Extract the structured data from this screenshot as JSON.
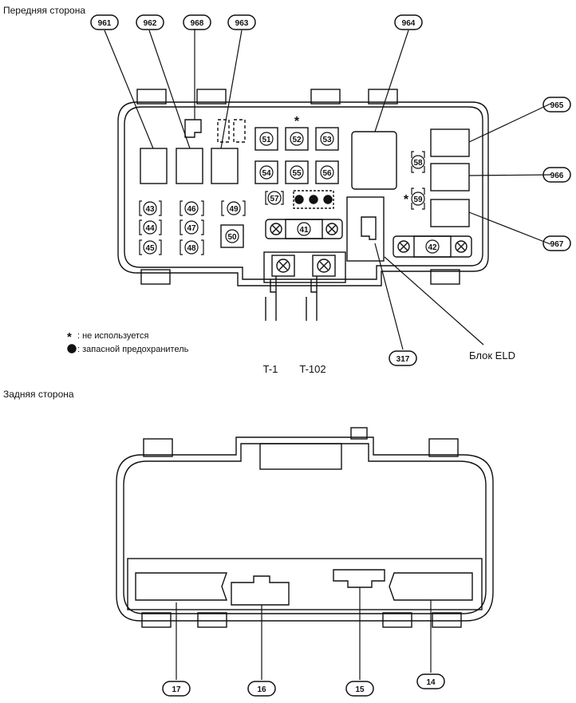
{
  "front": {
    "title": "Передняя сторона",
    "callouts": [
      "961",
      "962",
      "968",
      "963",
      "964",
      "965",
      "966",
      "967",
      "317"
    ],
    "fuses": [
      "51",
      "52",
      "53",
      "54",
      "55",
      "56",
      "57",
      "58",
      "59",
      "43",
      "46",
      "49",
      "44",
      "47",
      "45",
      "48",
      "50",
      "41",
      "42"
    ],
    "marks": [
      "*",
      "*"
    ],
    "terminals": [
      "T-1",
      "T-102"
    ],
    "eld": "Блок ELD"
  },
  "legend": {
    "unused_symbol": "*",
    "unused_text": ": не используется",
    "spare_text": ": запасной предохранитель"
  },
  "back": {
    "title": "Задняя сторона",
    "callouts": [
      "17",
      "16",
      "15",
      "14"
    ]
  }
}
